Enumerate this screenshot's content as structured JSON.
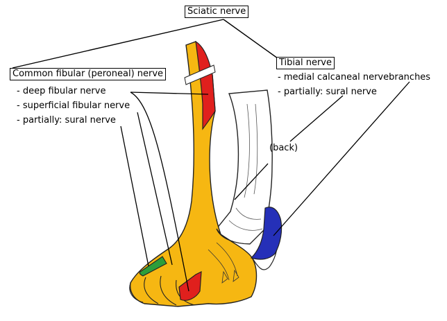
{
  "labels": {
    "sciatic": "Sciatic nerve",
    "common_fibular": "Common fibular (peroneal) nerve",
    "tibial": "Tibial nerve",
    "back": "(back)"
  },
  "common_fibular_branches": [
    "- deep fibular nerve",
    "- superficial fibular nerve",
    "- partially: sural nerve"
  ],
  "tibial_branches": [
    "- medial calcaneal nervebranches",
    "- partially: sural nerve"
  ],
  "region_colors": {
    "superficial_fibular": "#f6b712",
    "deep_fibular": "#e0201d",
    "sural": "#2d9e3a",
    "medial_calcaneal": "#2530b8",
    "outline": "#222222",
    "skin": "#ffffff"
  }
}
